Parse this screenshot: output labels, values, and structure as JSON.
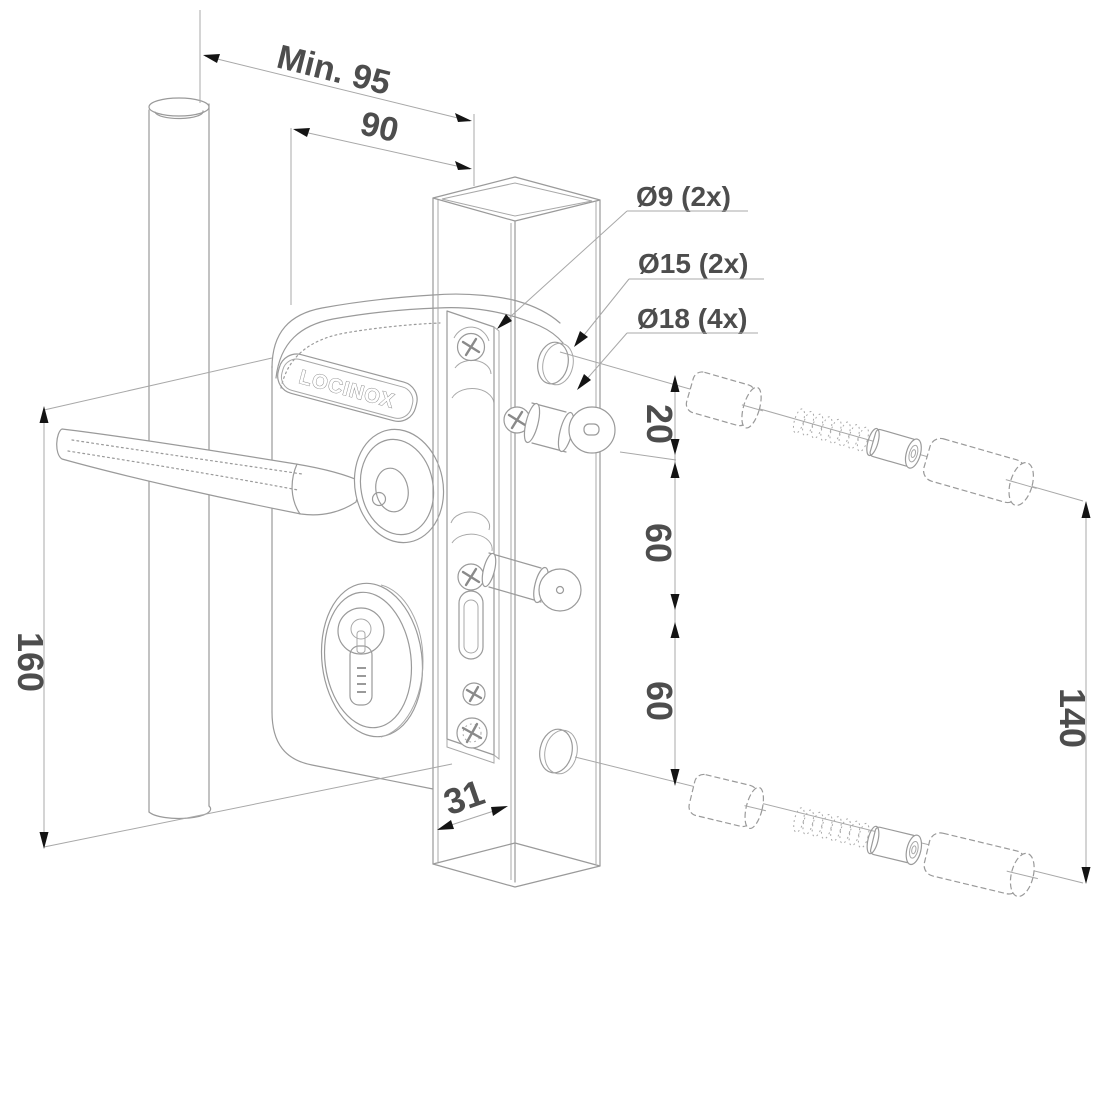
{
  "drawing": {
    "brand_plate": "LOCINOX",
    "dims": {
      "min_clearance": "Min. 95",
      "body_width": "90",
      "body_height": "160",
      "pin_length": "20",
      "spacing_upper": "60",
      "spacing_lower": "60",
      "fixation_span": "140",
      "post_face": "31"
    },
    "holes": {
      "small": "Ø9 (2x)",
      "medium": "Ø15 (2x)",
      "large": "Ø18 (4x)"
    },
    "colors": {
      "line": "#9a9a9a",
      "arrow": "#141414",
      "label": "#4d4d4d",
      "background": "#ffffff"
    }
  }
}
